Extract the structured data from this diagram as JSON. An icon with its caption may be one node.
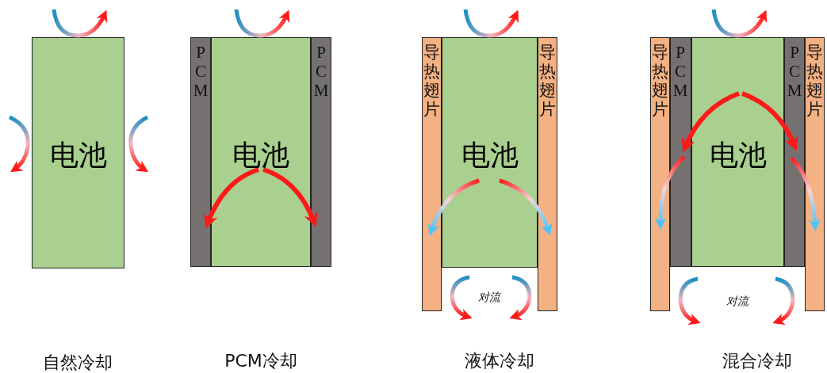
{
  "diagram": {
    "nodes": [
      {
        "text": [
          "电池"
        ]
      },
      {
        "text": [
          "PCM"
        ]
      },
      {
        "text": [
          "电池"
        ]
      },
      {
        "text": [
          "PCM"
        ]
      },
      {
        "text": [
          "导热翅片"
        ]
      },
      {
        "text": [
          "电池"
        ]
      },
      {
        "text": [
          "导热翅片"
        ]
      },
      {
        "text": [
          "导热翅片"
        ]
      },
      {
        "text": [
          "PCM"
        ]
      },
      {
        "text": [
          "电池"
        ]
      },
      {
        "text": [
          "PCM"
        ]
      },
      {
        "text": [
          "导热翅片"
        ]
      }
    ],
    "edges": [
      {
        "from": 2,
        "to": 1,
        "arrow": "to"
      },
      {
        "from": 2,
        "to": 3,
        "arrow": "to"
      },
      {
        "from": 5,
        "to": 4,
        "arrow": "to",
        "color": "#4fc3f7"
      },
      {
        "from": 5,
        "to": 6,
        "arrow": "to",
        "color": "#4fc3f7"
      },
      {
        "from": 9,
        "to": 8,
        "arrow": "to"
      },
      {
        "from": 9,
        "to": 10,
        "arrow": "to"
      },
      {
        "from": 8,
        "to": 7,
        "arrow": "to",
        "color": "#4fc3f7"
      },
      {
        "from": 10,
        "to": 11,
        "arrow": "to",
        "color": "#4fc3f7"
      }
    ],
    "labels": [
      "对流",
      "对流",
      "自然冷却",
      "PCM冷却",
      "液体冷却",
      "混合冷却"
    ]
  }
}
